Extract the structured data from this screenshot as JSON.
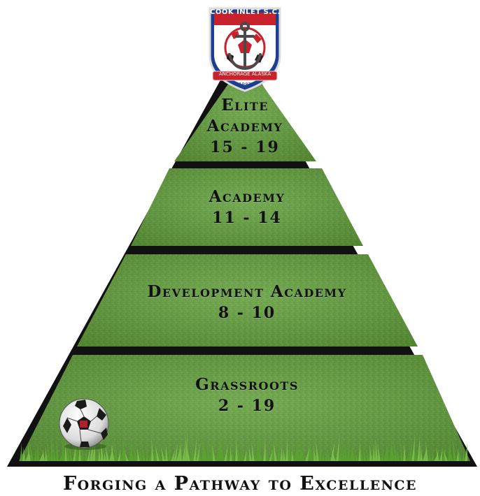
{
  "badge": {
    "title": "COOK INLET S.C.",
    "subtitle": "ANCHORAGE ALASKA",
    "year": "1983"
  },
  "tiers": [
    {
      "label_lines": [
        "Elite",
        "Academy"
      ],
      "range": "15 - 19"
    },
    {
      "label_lines": [
        "Academy"
      ],
      "range": "11 - 14"
    },
    {
      "label_lines": [
        "Development Academy"
      ],
      "range": "8 - 10"
    },
    {
      "label_lines": [
        "Grassroots"
      ],
      "range": "2 - 19"
    }
  ],
  "caption": "Forging a Pathway to Excellence",
  "colors": {
    "grass": "#5f9a3a",
    "grass_light": "#76b24a",
    "outline": "#111111",
    "text": "#111111",
    "badge_red": "#c8232c",
    "badge_blue": "#1d3f8f"
  },
  "decor_icons": [
    "soccer-ball-icon",
    "grass-blades",
    "anchor-icon"
  ]
}
